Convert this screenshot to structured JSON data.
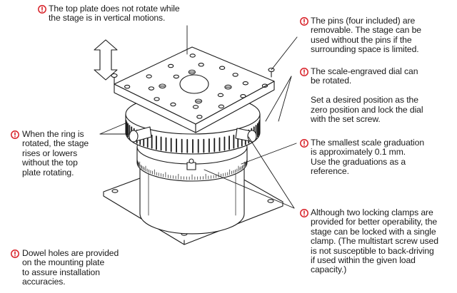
{
  "colors": {
    "accent": "#d8232a",
    "line": "#1a1a1a",
    "text": "#1a1a1a"
  },
  "icon": "exclamation-circle-icon",
  "notes": {
    "top_plate": {
      "lines": [
        "The top plate does not rotate while",
        "the stage is in vertical motions."
      ]
    },
    "pins": {
      "lines": [
        "The pins (four included) are",
        "removable. The stage can be",
        "used without the pins if the",
        "surrounding space is limited."
      ]
    },
    "dial": {
      "lines": [
        "The scale-engraved dial can",
        "be rotated.",
        "",
        "Set a desired position as the",
        "zero position and lock the dial",
        "with the set screw."
      ]
    },
    "graduation": {
      "lines": [
        "The smallest scale graduation",
        "is approximately 0.1 mm.",
        "Use the graduations as a",
        "reference."
      ]
    },
    "ring": {
      "lines": [
        "When the ring is",
        "rotated, the stage",
        "rises or lowers",
        "without the top",
        "plate rotating."
      ]
    },
    "clamps": {
      "lines": [
        "Although two locking clamps are",
        "provided for better operability, the",
        "stage can be locked with a single",
        "clamp. (The multistart screw used",
        "is not susceptible to back-driving",
        "if used within the given load",
        "capacity.)"
      ]
    },
    "dowel": {
      "lines": [
        "Dowel holes are provided",
        "on the mounting plate",
        "to assure installation",
        "accuracies."
      ]
    }
  }
}
